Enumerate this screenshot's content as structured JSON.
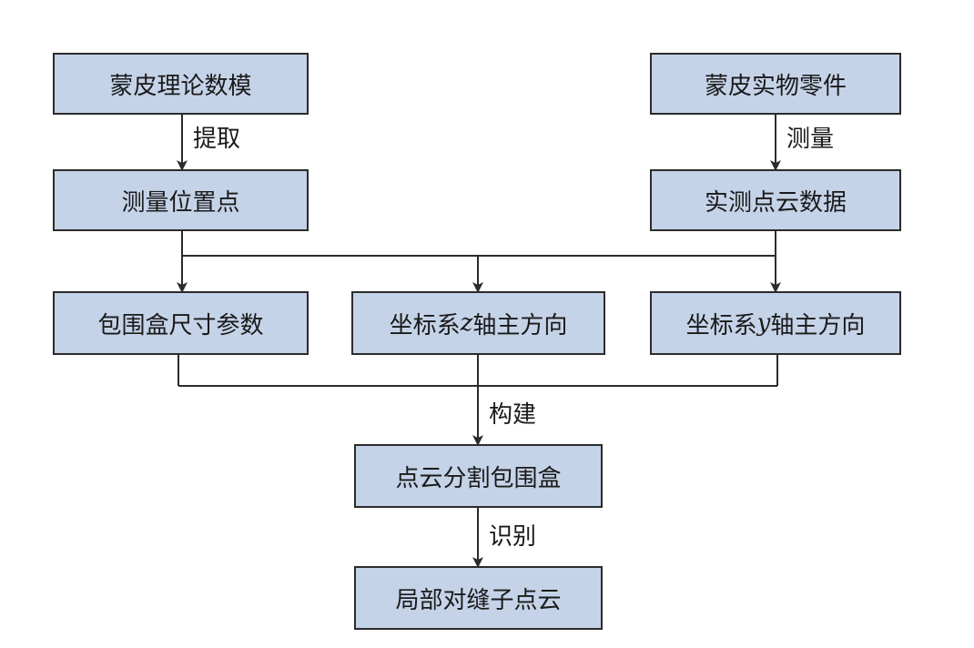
{
  "colors": {
    "box_fill": "#c5d3e8",
    "box_border": "#2b2b2b",
    "line": "#2b2b2b"
  },
  "nodes": {
    "skin_theory_model": "蒙皮理论数模",
    "skin_physical_part": "蒙皮实物零件",
    "measure_points": "测量位置点",
    "point_cloud_data": "实测点云数据",
    "bbox_size_params": "包围盒尺寸参数",
    "coord_z_axis": {
      "pre": "坐标系",
      "var": "z",
      "post": "轴主方向"
    },
    "coord_y_axis": {
      "pre": "坐标系",
      "var": "y",
      "post": "轴主方向"
    },
    "seg_bbox": "点云分割包围盒",
    "local_seam_cloud": "局部对缝子点云"
  },
  "edge_labels": {
    "extract": "提取",
    "measure": "测量",
    "build": "构建",
    "identify": "识别"
  }
}
